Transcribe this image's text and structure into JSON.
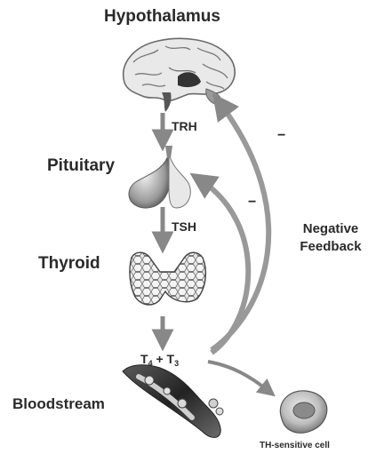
{
  "labels": {
    "hypothalamus": "Hypothalamus",
    "pituitary": "Pituitary",
    "thyroid": "Thyroid",
    "bloodstream": "Bloodstream",
    "trh": "TRH",
    "tsh": "TSH",
    "negative": "Negative",
    "feedback": "Feedback",
    "th_cell": "TH-sensitive cell",
    "minus_upper": "−",
    "minus_lower": "−"
  },
  "hormones": {
    "t": "T",
    "t4_sub": "4",
    "plus": " + ",
    "t3_sub": "3"
  }
}
